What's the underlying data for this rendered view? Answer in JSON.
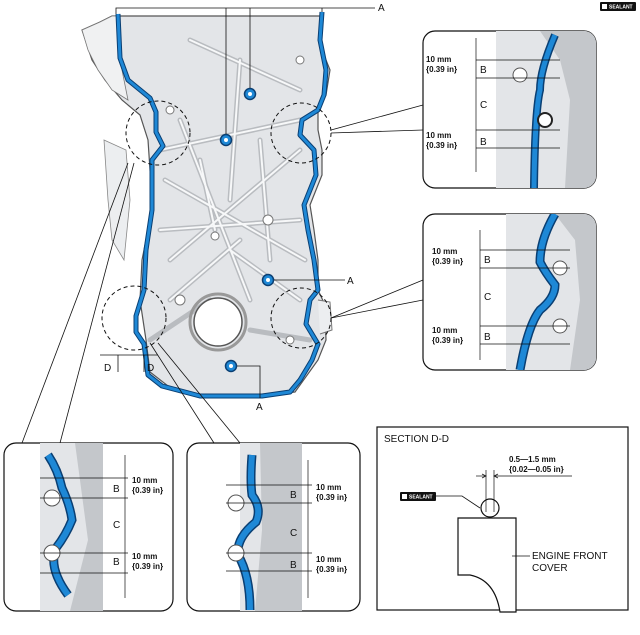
{
  "header": {
    "badge_text": "SEALANT"
  },
  "labels": {
    "a": "A",
    "b": "B",
    "c": "C",
    "d": "D"
  },
  "dimensions": {
    "mm": "10 mm",
    "inch": "{0.39 in}"
  },
  "section": {
    "title": "SECTION D-D",
    "gap_mm": "0.5—1.5 mm",
    "gap_in": "{0.02—0.05 in}",
    "sealant_tag": "SEALANT",
    "part_line1": "ENGINE FRONT",
    "part_line2": "COVER"
  },
  "colors": {
    "sealant_bead": "#1e88d6",
    "bead_outline": "#0a3f73",
    "cover_fill": "#e3e5e8",
    "rib_fill": "#f4f5f6",
    "shade": "#b9bcc0",
    "frame": "#111111"
  }
}
